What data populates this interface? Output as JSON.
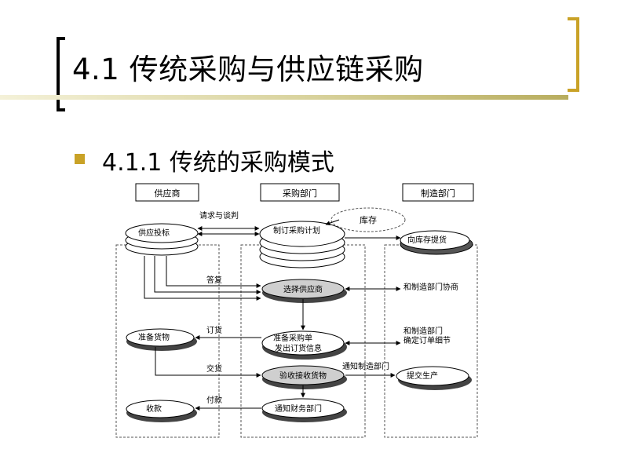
{
  "slide": {
    "title": "4.1 传统采购与供应链采购",
    "bullet": "4.1.1 传统的采购模式"
  },
  "diagram": {
    "lanes": {
      "supplier": "供应商",
      "purchasing": "采购部门",
      "manufacturing": "制造部门"
    },
    "nodes": {
      "inventory": "库存",
      "plan": "制订采购计划",
      "bidding": "供应投标",
      "request_stock": "向库存提货",
      "select_supplier": "选择供应商",
      "prepare_goods": "准备货物",
      "order_line1": "准备采购单",
      "order_line2": "发出订货信息",
      "receive": "验收接收货物",
      "submit_production": "提交生产",
      "payment_received": "收款",
      "notify_finance": "通知财务部门"
    },
    "labels": {
      "request_negotiation": "请求与谈判",
      "reply": "答复",
      "order": "订货",
      "delivery": "交货",
      "payment": "付款",
      "notify_manufacturing": "通知制造部门",
      "consult_manufacturing": "和制造部门协商",
      "confirm_line1": "和制造部门",
      "confirm_line2": "确定订单细节"
    }
  }
}
